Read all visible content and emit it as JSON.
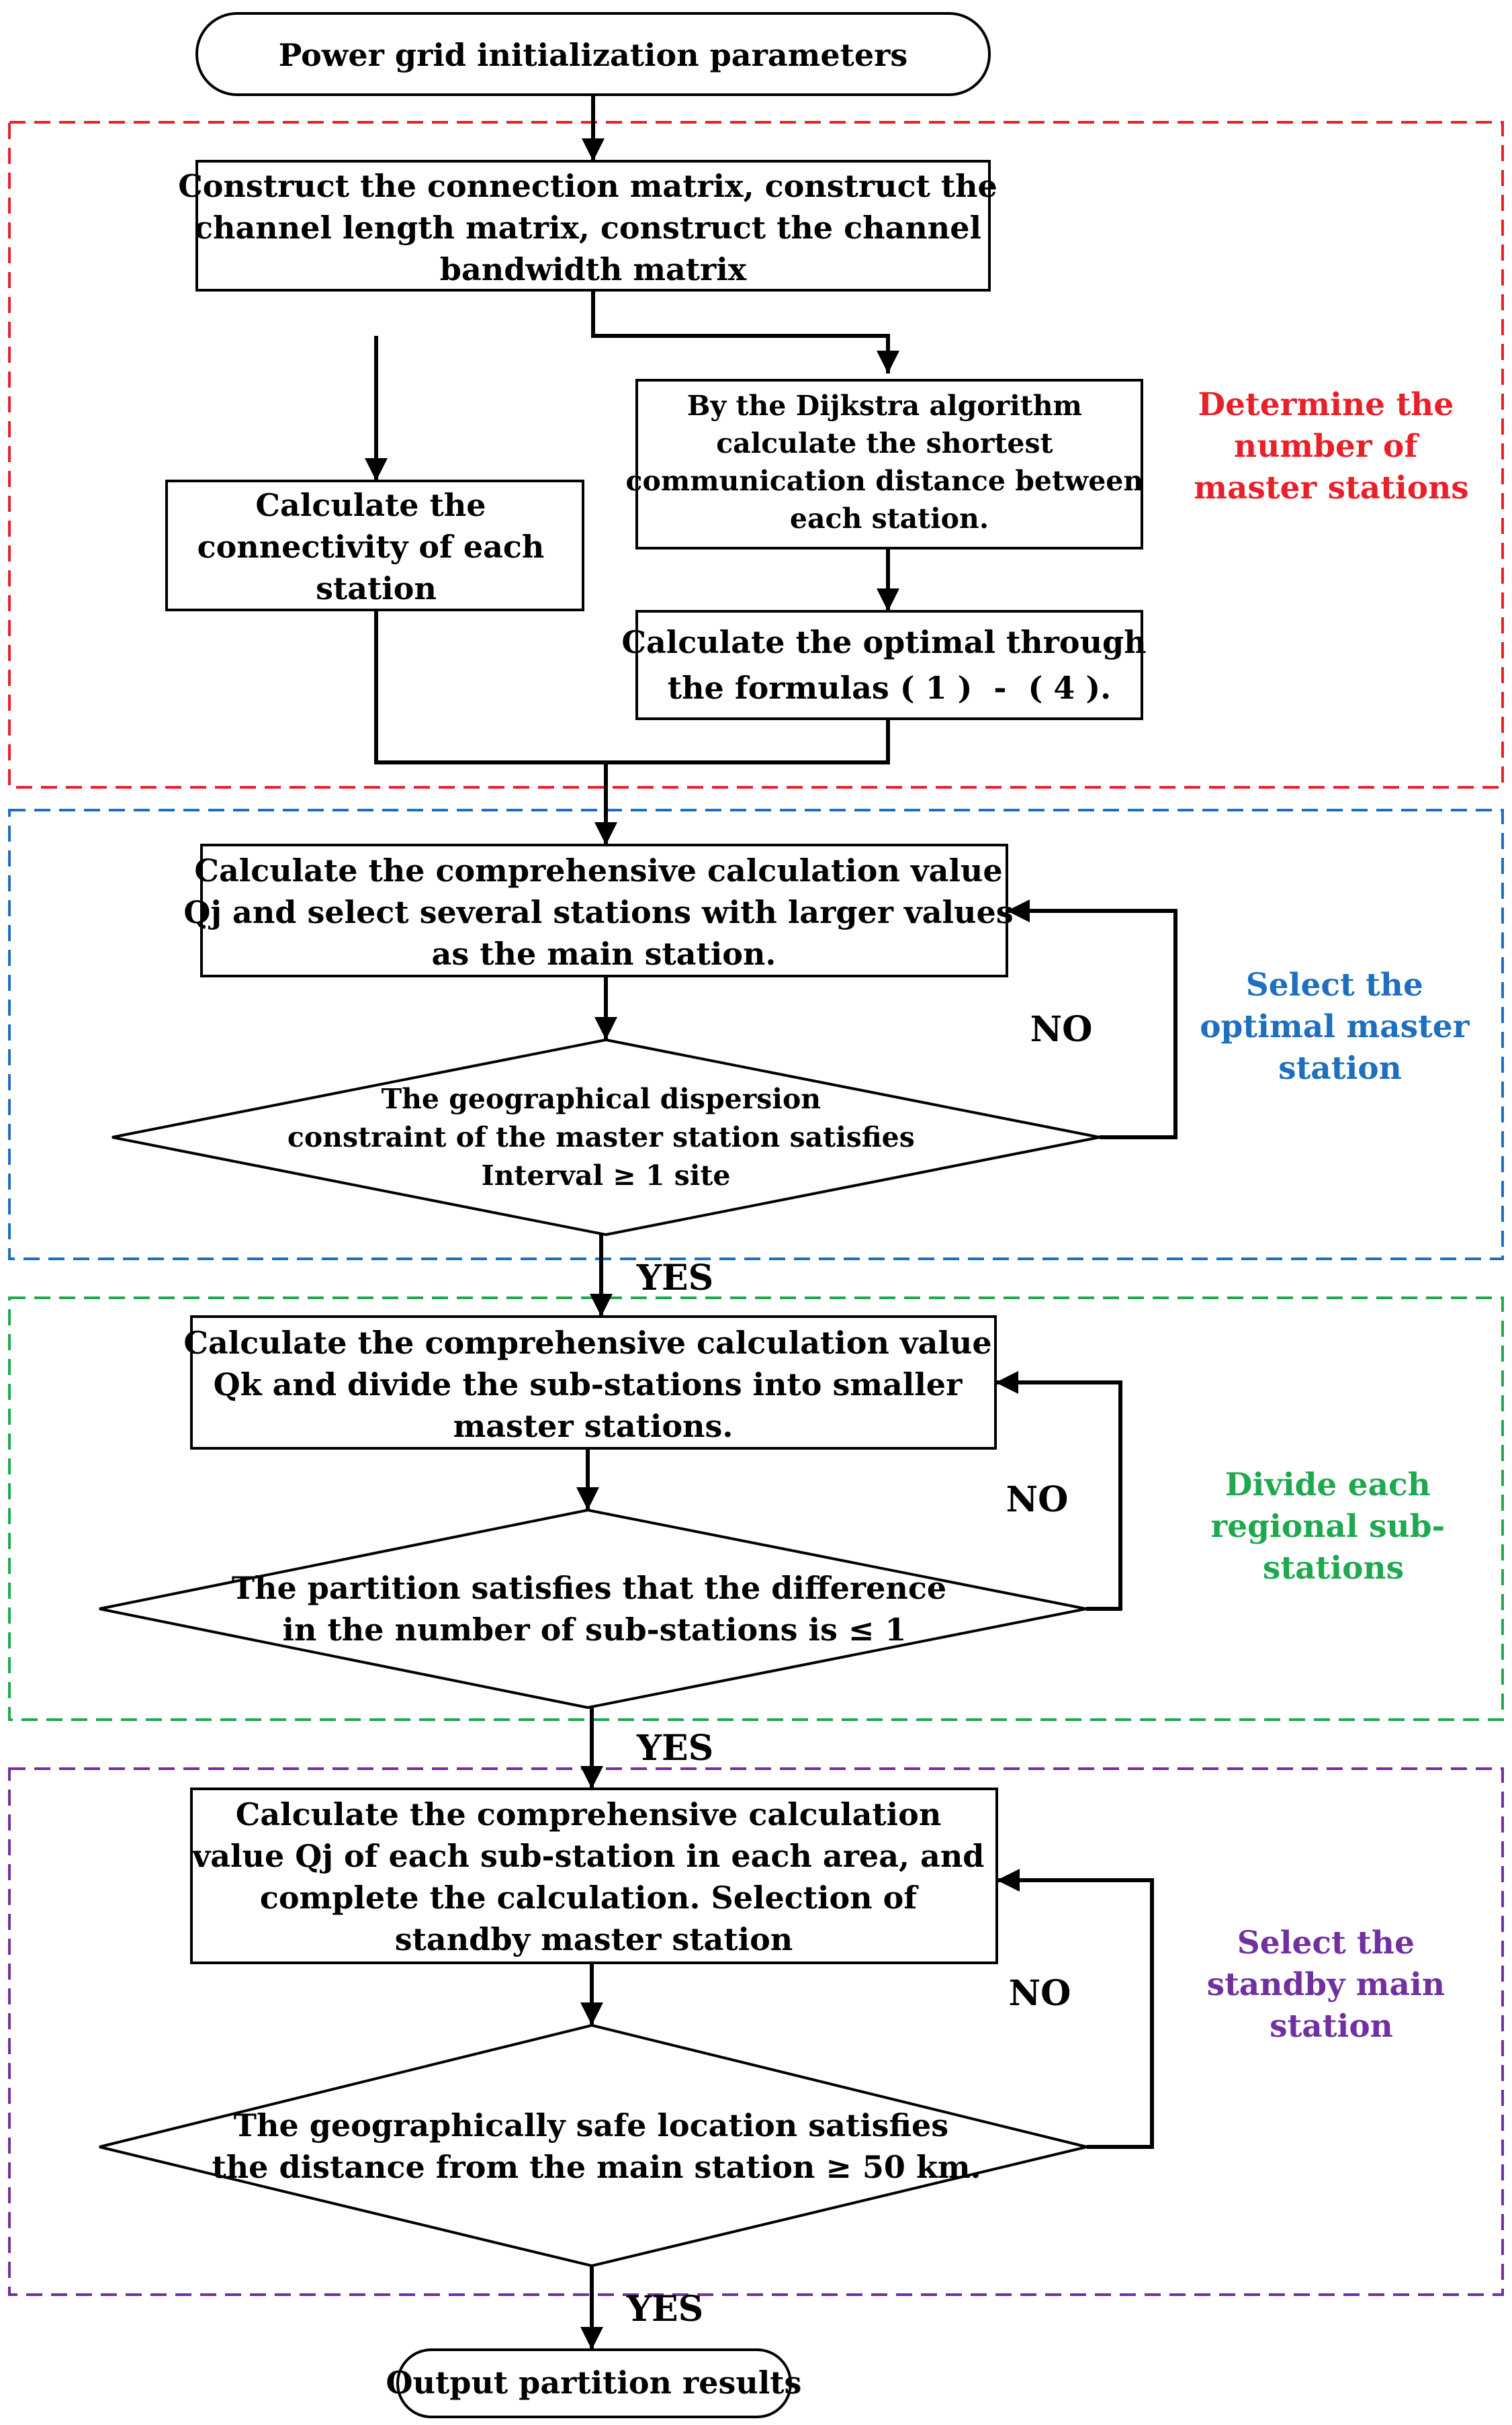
{
  "colors": {
    "line": "#000000",
    "region_red": "#e8202a",
    "region_blue": "#1f6fbf",
    "region_green": "#1fa84f",
    "region_purple": "#7030a0"
  },
  "start": {
    "text": "Power grid initialization parameters"
  },
  "construct": {
    "lines": [
      "Construct the connection matrix, construct the",
      "channel length matrix, construct the channel",
      "bandwidth matrix"
    ]
  },
  "connectivity": {
    "lines": [
      "Calculate the",
      "connectivity of each",
      "station"
    ]
  },
  "dijkstra": {
    "lines": [
      "By the Dijkstra algorithm",
      "calculate the shortest",
      "communication distance between",
      "each station."
    ]
  },
  "optimal": {
    "lines": [
      "Calculate the optimal through",
      "the formulas ( 1 )  -  ( 4 )."
    ]
  },
  "qj_main": {
    "lines": [
      "Calculate the comprehensive calculation value",
      "Qj and select several stations with larger values",
      "as the main station."
    ]
  },
  "dispersion": {
    "lines": [
      "The geographical dispersion",
      "constraint of the master station satisfies",
      "Interval ≥ 1 site"
    ]
  },
  "qk": {
    "lines": [
      "Calculate the comprehensive calculation value",
      "Qk and divide the sub-stations into smaller",
      "master stations."
    ]
  },
  "partition": {
    "lines": [
      "The partition satisfies that the difference",
      "in the number of sub-stations is ≤ 1"
    ]
  },
  "qj_sub": {
    "lines": [
      "Calculate the comprehensive calculation",
      "value Qj of each sub-station in each area, and",
      "complete the calculation. Selection of",
      "standby master station"
    ]
  },
  "safe": {
    "lines": [
      "The geographically safe location satisfies",
      "the distance from the main station ≥ 50 km."
    ]
  },
  "end": {
    "text": "Output partition results"
  },
  "labels": {
    "no": "NO",
    "yes": "YES"
  },
  "regions": {
    "master_count": {
      "lines": [
        "Determine the",
        "number of",
        "master stations"
      ]
    },
    "optimal_master": {
      "lines": [
        "Select the",
        "optimal master",
        "station"
      ]
    },
    "divide": {
      "lines": [
        "Divide each",
        "regional sub-",
        "stations"
      ]
    },
    "standby": {
      "lines": [
        "Select the",
        "standby main",
        "station"
      ]
    }
  }
}
